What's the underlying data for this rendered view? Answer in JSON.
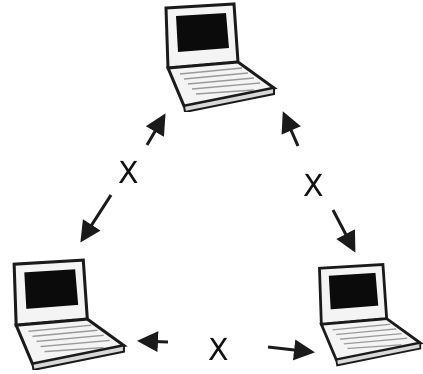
{
  "diagram": {
    "nodes": [
      {
        "icon": "laptop-icon"
      },
      {
        "icon": "laptop-icon"
      },
      {
        "icon": "laptop-icon"
      }
    ],
    "edges": [
      {
        "label": "X",
        "direction": "bidirectional"
      },
      {
        "label": "X",
        "direction": "bidirectional"
      },
      {
        "label": "X",
        "direction": "bidirectional"
      }
    ]
  },
  "colors": {
    "stroke": "#1a1a1a",
    "screen": "#0b0b0b",
    "body": "#f4f4f4",
    "keys": "#c8c8c8"
  }
}
